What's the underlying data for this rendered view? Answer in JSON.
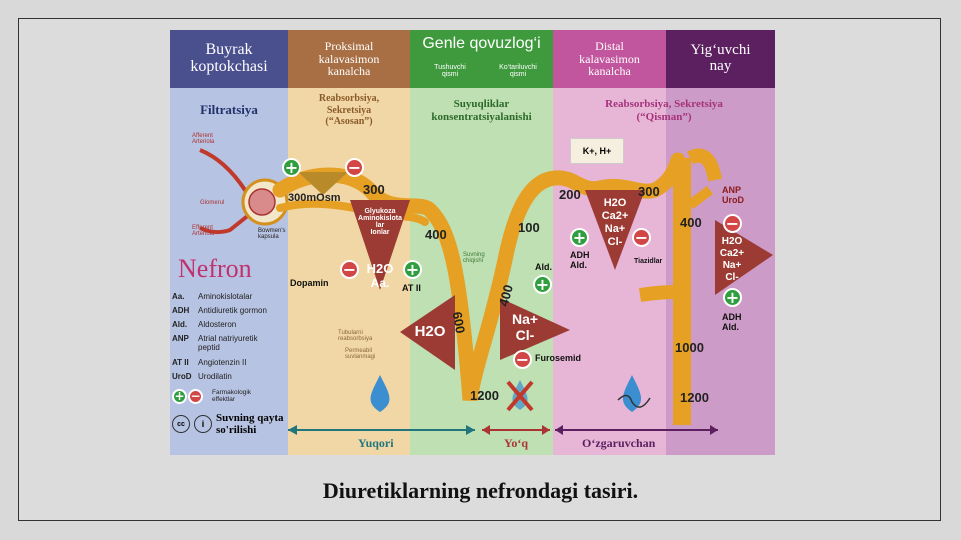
{
  "segments": [
    {
      "header": "Buyrak\nkoptokchasi",
      "function": "Filtratsiya"
    },
    {
      "header": "Proksimal\nkalavasimon\nkanalcha",
      "function": "Reabsorbsiya,\nSekretsiya\n(“Asosan”)"
    },
    {
      "header": "Genle qovuzlog‘i",
      "function": "Suyuqliklar\nkonsentratsiyalanishi",
      "sublabels": [
        "Tushuvchi\nqismi",
        "Ko‘tariluvchi\nqismi"
      ]
    },
    {
      "header": "Distal\nkalavasimon\nkanalcha",
      "function": "Reabsorbsiya, Sekretsiya\n(“Qisman”)"
    },
    {
      "header": "Yig‘uvchi\nnay",
      "function": ""
    }
  ],
  "glomerulus_labels": [
    "Afferent\nArteriola",
    "Glomerul",
    "Efferent\nArteriola",
    "Bowmen's\nkapsula"
  ],
  "nefron_title": "Nefron",
  "osmolarity": {
    "start": "300",
    "start_unit": "300mOsm",
    "desc_mid": "400",
    "desc_low": "600",
    "bottom": "1200",
    "asc_mid": "400",
    "asc_top": "100",
    "distal_start": "200",
    "distal_end": "300",
    "collect_top": "400",
    "collect_mid": "1000",
    "collect_bottom": "1200"
  },
  "solutes": {
    "proximal_box": "Glyukoza\nAminokislota\nlar\nIonlar",
    "proximal_tri": [
      "H2O",
      "Aa."
    ],
    "loop_water": "H2O",
    "loop_salt": [
      "Na+",
      "Cl-"
    ],
    "distal_tri": [
      "H2O",
      "Ca2+",
      "Na+",
      "Cl-"
    ],
    "collect_tri": [
      "H2O",
      "Ca2+",
      "Na+",
      "Cl-"
    ],
    "distal_secretion": "K+, H+"
  },
  "drugs": {
    "dopamin": "Dopamin",
    "at2": "AT II",
    "ald_loop": "Ald.",
    "furosemid": "Furosemid",
    "adh_distal": "ADH\nAld.",
    "tiazidlar": "Tiazidlar",
    "anp_urod": "ANP\nUroD",
    "adh_collect": "ADH\nAld."
  },
  "small_notes": {
    "proximal_note": "Tubularni\nreabsorbsiya",
    "loop_note": "Suvning\nchiqishi",
    "permeability_note": "Permeabil\nsuvlanmagi"
  },
  "legend": [
    {
      "abbr": "Aa.",
      "text": "Aminokislotalar"
    },
    {
      "abbr": "ADH",
      "text": "Antidiuretik gormon"
    },
    {
      "abbr": "Ald.",
      "text": "Aldosteron"
    },
    {
      "abbr": "ANP",
      "text": "Atrial natriyuretik\npeptid"
    },
    {
      "abbr": "AT II",
      "text": "Angiotenzin II"
    },
    {
      "abbr": "UroD",
      "text": "Urodilatin"
    },
    {
      "abbr": "",
      "text": "Farmakologik\neffektlar"
    }
  ],
  "reabsorption_label": "Suvning qayta\nso'rilishi",
  "water_permeability": [
    "Yuqori",
    "Yo‘q",
    "O‘zgaruvchan"
  ],
  "caption": "Diuretiklarning nefrondagi tasiri.",
  "colors": {
    "col1": "#b7c3e2",
    "col2": "#f1d7a5",
    "col3": "#bfe0b3",
    "col4": "#e7b6d7",
    "col5": "#cd9bc7",
    "hdr1": "#4a4f8e",
    "hdr2": "#a86e44",
    "hdr3": "#3f9a3e",
    "hdr4": "#c2569e",
    "hdr5": "#5c2060",
    "tube": "#e6a024",
    "triangle": "#9c3b33"
  }
}
